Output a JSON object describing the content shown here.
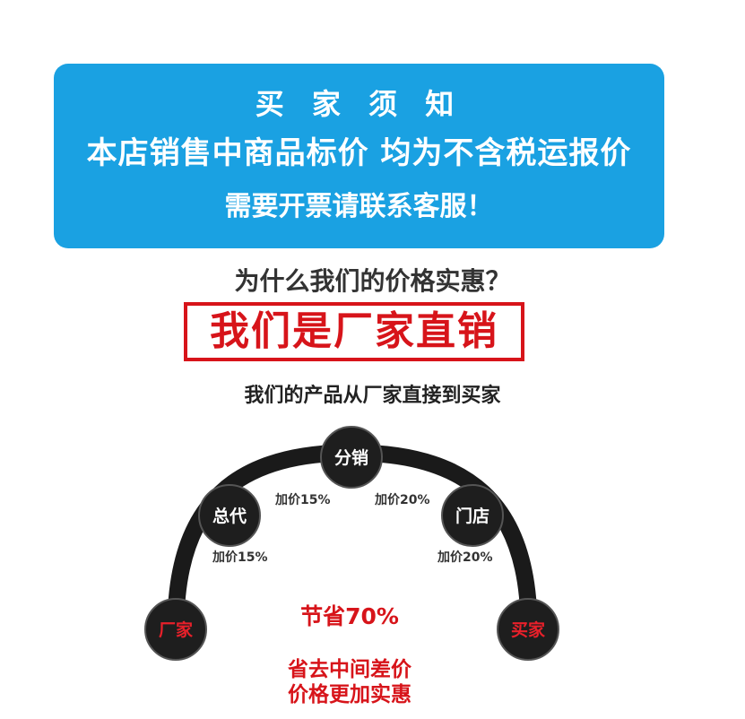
{
  "notice": {
    "title": "买 家 须 知",
    "line1": "本店销售中商品标价 均为不含税运报价",
    "line2": "需要开票请联系客服！",
    "bg_color": "#1aa1e2"
  },
  "question": "为什么我们的价格实惠？",
  "banner": {
    "text": "我们是厂家直销",
    "color": "#d7141a"
  },
  "subline": "我们的产品从厂家直接到买家",
  "chain": {
    "nodes": {
      "factory": "厂家",
      "general_agent": "总代",
      "distributor": "分销",
      "store": "门店",
      "buyer": "买家"
    },
    "markups": {
      "factory_to_general": "加价15%",
      "general_to_distributor": "加价15%",
      "distributor_to_store": "加价20%",
      "store_to_buyer": "加价20%"
    }
  },
  "savings": {
    "headline": "节省70%",
    "line1": "省去中间差价",
    "line2": "价格更加实惠"
  }
}
